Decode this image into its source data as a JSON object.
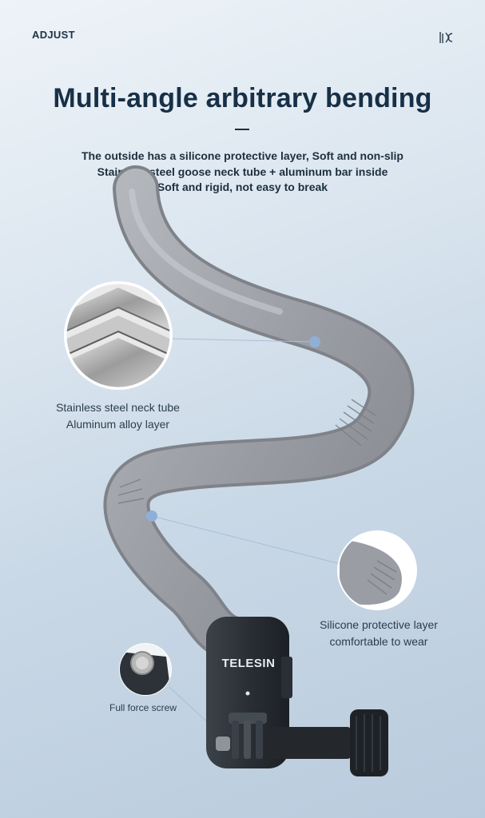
{
  "header": {
    "tag": "ADJUST",
    "brand_icon": "brand-mark-icon"
  },
  "main": {
    "title": "Multi-angle arbitrary bending",
    "description_lines": [
      "The outside has a silicone protective layer, Soft and non-slip",
      "Stainless steel goose neck tube + aluminum bar inside",
      "Soft and rigid, not easy to break"
    ]
  },
  "callouts": {
    "steel": {
      "lines": [
        "Stainless steel neck tube",
        "Aluminum alloy layer"
      ]
    },
    "silicone": {
      "lines": [
        "Silicone protective layer",
        "comfortable to wear"
      ]
    },
    "screw": {
      "lines": [
        "Full force screw"
      ]
    }
  },
  "product": {
    "logo": "TELESIN"
  },
  "colors": {
    "accent_dot": "#8fb0d6",
    "tube_gray": "#9a9ea4",
    "title_navy": "#173047"
  }
}
